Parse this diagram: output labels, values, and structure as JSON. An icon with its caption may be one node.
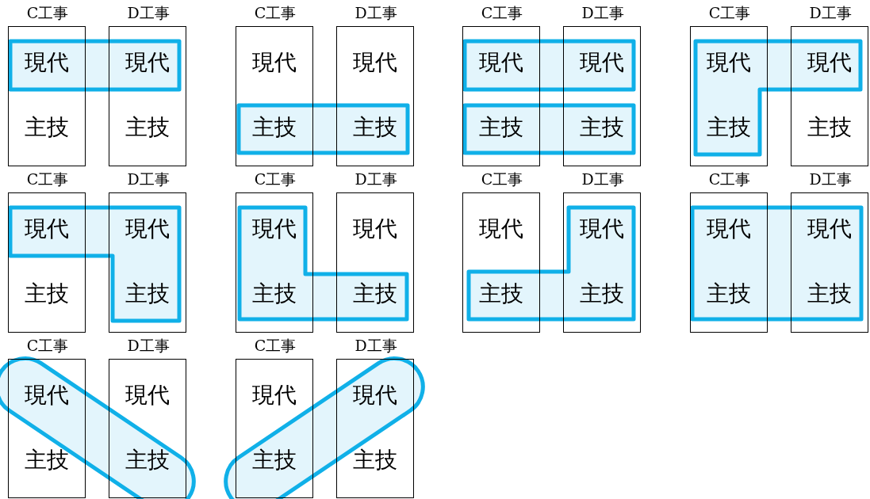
{
  "diagram": {
    "nodes": [
      {
        "text": [
          "C工事",
          "現代",
          "主技"
        ]
      },
      {
        "text": [
          "D工事",
          "現代",
          "主技"
        ]
      },
      {
        "text": [
          "C工事",
          "現代",
          "主技"
        ]
      },
      {
        "text": [
          "D工事",
          "現代",
          "主技"
        ]
      },
      {
        "text": [
          "C工事",
          "現代",
          "主技"
        ]
      },
      {
        "text": [
          "D工事",
          "現代",
          "主技"
        ]
      },
      {
        "text": [
          "C工事",
          "現代",
          "主技"
        ]
      },
      {
        "text": [
          "D工事",
          "現代",
          "主技"
        ]
      },
      {
        "text": [
          "C工事",
          "現代",
          "主技"
        ]
      },
      {
        "text": [
          "D工事",
          "現代",
          "主技"
        ]
      },
      {
        "text": [
          "C工事",
          "現代",
          "主技"
        ]
      },
      {
        "text": [
          "D工事",
          "現代",
          "主技"
        ]
      },
      {
        "text": [
          "C工事",
          "現代",
          "主技"
        ]
      },
      {
        "text": [
          "D工事",
          "現代",
          "主技"
        ]
      },
      {
        "text": [
          "C工事",
          "現代",
          "主技"
        ]
      },
      {
        "text": [
          "D工事",
          "現代",
          "主技"
        ]
      },
      {
        "text": [
          "C工事",
          "現代",
          "主技"
        ]
      },
      {
        "text": [
          "D工事",
          "現代",
          "主技"
        ]
      },
      {
        "text": [
          "C工事",
          "現代",
          "主技"
        ]
      },
      {
        "text": [
          "D工事",
          "現代",
          "主技"
        ]
      }
    ]
  }
}
